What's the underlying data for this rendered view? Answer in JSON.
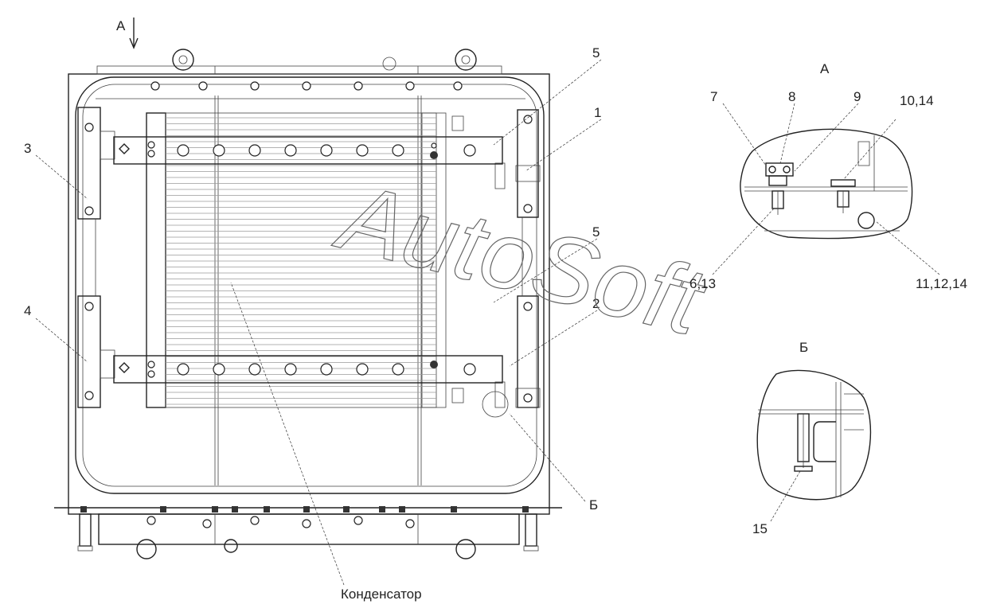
{
  "view_label": "А",
  "callouts": {
    "c1": "1",
    "c2": "2",
    "c3": "3",
    "c4": "4",
    "c5_top": "5",
    "c5_mid": "5",
    "b_main": "Б"
  },
  "condenser_label": "Конденсатор",
  "watermark": "AutoSoft",
  "detail_a": {
    "title": "А",
    "c7": "7",
    "c8": "8",
    "c9": "9",
    "c10_14": "10,14",
    "c6_13": "6,13",
    "c11_12_14": "11,12,14"
  },
  "detail_b": {
    "title": "Б",
    "c15": "15"
  }
}
